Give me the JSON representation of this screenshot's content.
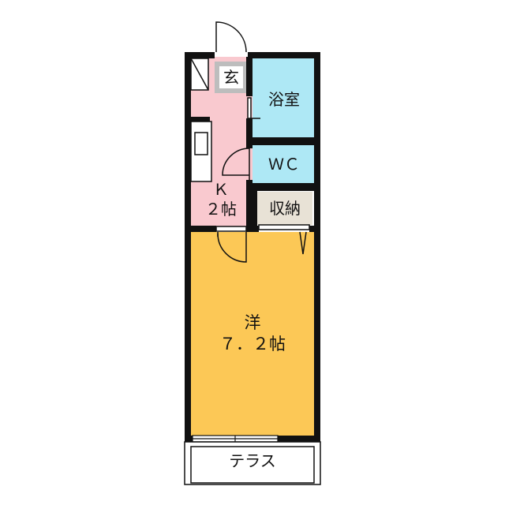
{
  "rooms": {
    "genkan": {
      "label": "玄",
      "color": "#bdbdbd"
    },
    "bathroom": {
      "label": "浴室",
      "color": "#aee8f5"
    },
    "wc": {
      "label": "ＷＣ",
      "color": "#aee8f5"
    },
    "storage": {
      "label": "収納",
      "color": "#e8e2d6"
    },
    "kitchen": {
      "label_line1": "Ｋ",
      "label_line2": "２帖",
      "color": "#f9c9cf"
    },
    "western_room": {
      "label_line1": "洋",
      "label_line2": "７．２帖",
      "color": "#fcc856"
    },
    "terrace": {
      "label": "テラス"
    }
  },
  "colors": {
    "wall": "#111111",
    "background": "#ffffff"
  }
}
